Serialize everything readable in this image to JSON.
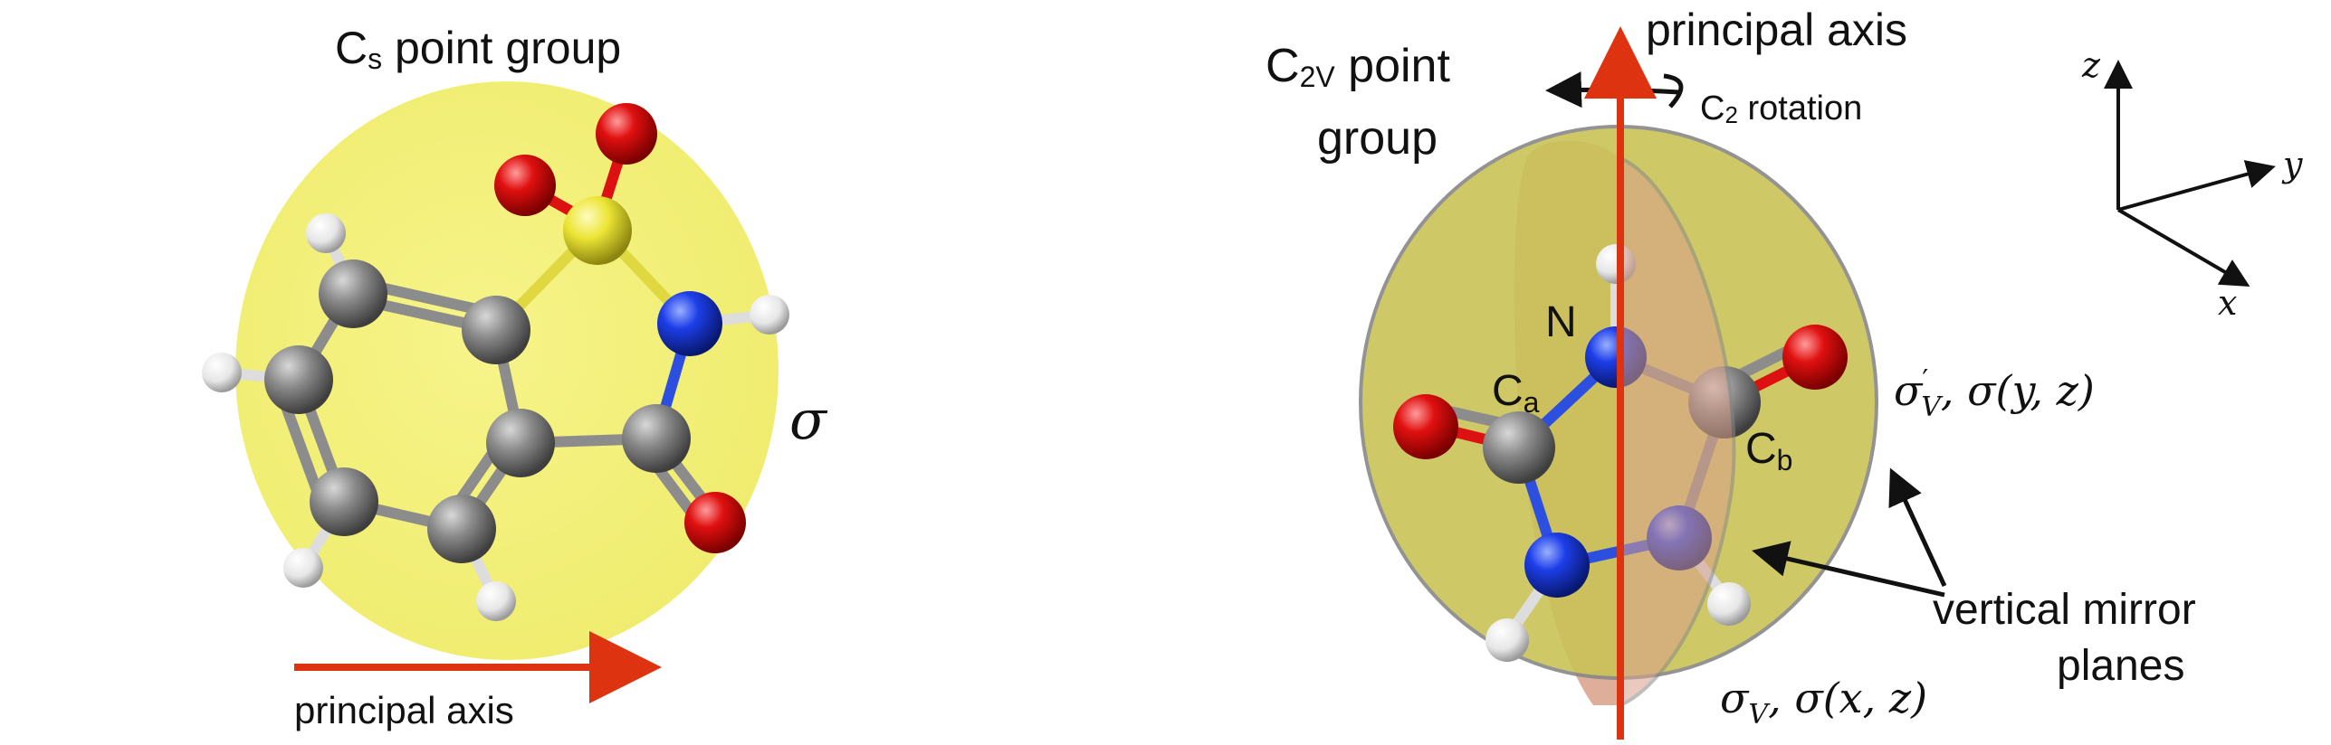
{
  "left_panel": {
    "title": {
      "main": "C",
      "sub": "s",
      "rest": " point group"
    },
    "mirror_label": "σ",
    "axis_label": "principal axis"
  },
  "right_panel": {
    "title_line1": {
      "main": "C",
      "sub": "2V",
      "rest": " point"
    },
    "title_line2": "group",
    "axis_label": "principal axis",
    "rotation_label": {
      "main": "C",
      "sub": "2",
      "rest": " rotation"
    },
    "atom_N": "N",
    "atom_Ca": {
      "main": "C",
      "sub": "a"
    },
    "atom_Cb": {
      "main": "C",
      "sub": "b"
    },
    "plane_label_1": {
      "sigma": "σ",
      "prime": "′",
      "sub": "V",
      "rest": ", σ(y, z)"
    },
    "plane_label_2": {
      "sigma": "σ",
      "sub": "V",
      "rest": ", σ(x, z)"
    },
    "mirror_planes_line1": "vertical mirror",
    "mirror_planes_line2": "planes"
  },
  "axes_triad": {
    "z": "z",
    "y": "y",
    "x": "x"
  },
  "colors": {
    "plane_yellow": "#f2ef73",
    "plane_olive": "#c9c357",
    "plane_pink": "#d9a08a",
    "arrow_red": "#dd3311",
    "carbon": "#808080",
    "oxygen": "#dd0000",
    "nitrogen": "#1a3fe0",
    "sulfur": "#e8e030",
    "hydrogen": "#eeeeee"
  }
}
